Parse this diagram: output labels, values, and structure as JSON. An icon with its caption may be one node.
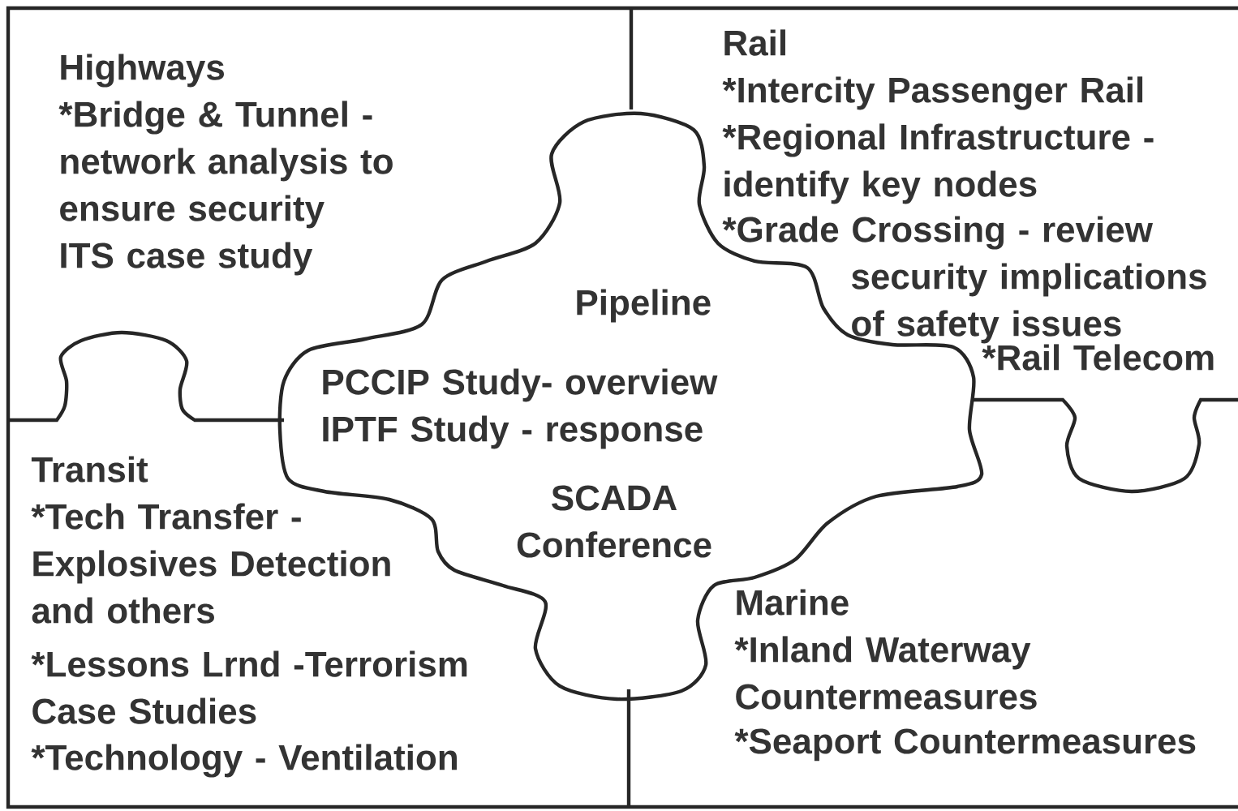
{
  "diagram": {
    "nodes": [
      {
        "text": [
          "Highways",
          "*Bridge & Tunnel - network analysis to ensure security",
          "ITS case study"
        ]
      },
      {
        "text": [
          "Rail",
          "*Intercity Passenger Rail",
          "*Regional Infrastructure - identify key nodes",
          "*Grade Crossing - review security implications of safety issues",
          "*Rail Telecom"
        ]
      },
      {
        "text": [
          "Pipeline",
          "PCCIP Study- overview",
          "IPTF Study - response",
          "SCADA Conference"
        ]
      },
      {
        "text": [
          "Transit",
          "*Tech Transfer - Explosives Detection and others",
          "*Lessons Lrnd -Terrorism Case Studies",
          "*Technology - Ventilation"
        ]
      },
      {
        "text": [
          "Marine",
          "*Inland Waterway Countermeasures",
          "*Seaport Countermeasures"
        ]
      }
    ]
  }
}
